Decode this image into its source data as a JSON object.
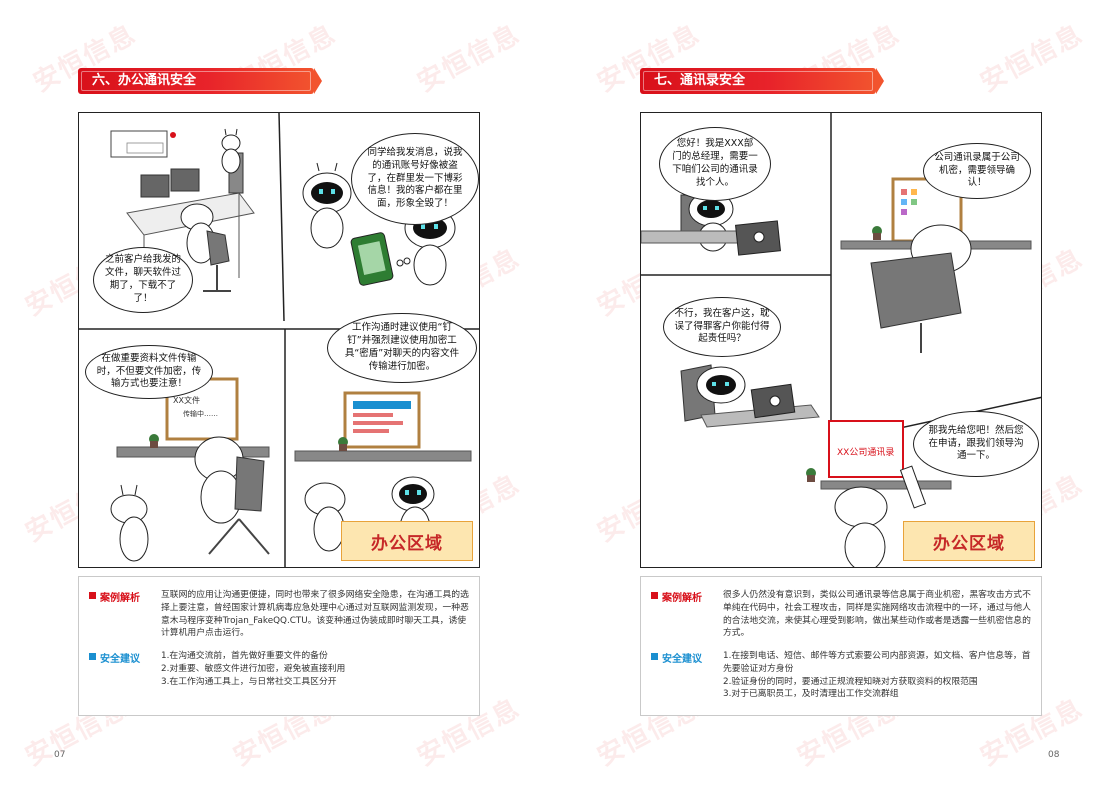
{
  "watermark_text": "安恒信息",
  "left": {
    "banner": "六、办公通讯安全",
    "bubbles": {
      "b1": "之前客户给我发的文件，聊天软件过期了，下载不了了！",
      "b2": "同学给我发消息，说我的通讯账号好像被盗了，在群里发一下博彩信息！我的客户都在里面，形象全毁了！",
      "b3": "在做重要资料文件传输时，不但要文件加密，传输方式也要注意！",
      "b4": "工作沟通时建议使用“钉钉”并强烈建议使用加密工具“密盾”对聊天的内容文件传输进行加密。"
    },
    "screen_texts": {
      "xxwenjian": "XX文件",
      "chuanshu": "传输中……"
    },
    "zone_label": "办公区域",
    "case_tag": "案例解析",
    "case_text": "互联网的应用让沟通更便捷，同时也带来了很多网络安全隐患，在沟通工具的选择上要注意，曾经国家计算机病毒应急处理中心通过对互联网监测发现，一种恶意木马程序变种Trojan_FakeQQ.CTU。该变种通过伪装成即时聊天工具，诱使计算机用户点击运行。",
    "advice_tag": "安全建议",
    "advice_items": [
      "1.在沟通交流前，首先做好重要文件的备份",
      "2.对重要、敏感文件进行加密，避免被直接利用",
      "3.在工作沟通工具上，与日常社交工具区分开"
    ],
    "page_num": "07"
  },
  "right": {
    "banner": "七、通讯录安全",
    "bubbles": {
      "b1": "您好！我是XXX部门的总经理，需要一下咱们公司的通讯录找个人。",
      "b2": "公司通讯录属于公司机密，需要领导确认！",
      "b3": "不行，我在客户这，耽误了得罪客户你能付得起责任吗？",
      "b4": "那我先给您吧！然后您在申请，跟我们领导沟通一下。"
    },
    "screen_text": "XX公司通讯录",
    "zone_label": "办公区域",
    "case_tag": "案例解析",
    "case_text": "很多人仍然没有意识到，类似公司通讯录等信息属于商业机密，黑客攻击方式不单纯在代码中，社会工程攻击，同样是实施网络攻击流程中的一环，通过与他人的合法地交流，来使其心理受到影响，做出某些动作或者是透露一些机密信息的方式。",
    "advice_tag": "安全建议",
    "advice_items": [
      "1.在接到电话、短信、邮件等方式索要公司内部资源，如文档、客户信息等，首先要验证对方身份",
      "2.验证身份的同时，要通过正规流程知晓对方获取资料的权限范围",
      "3.对于已离职员工，及时清理出工作交流群组"
    ],
    "page_num": "08"
  },
  "colors": {
    "banner_red": "#d8101a",
    "tag_red": "#d8101a",
    "tag_blue": "#1a8fd0",
    "zone_fill": "#fde6b0",
    "zone_text": "#c62828"
  }
}
